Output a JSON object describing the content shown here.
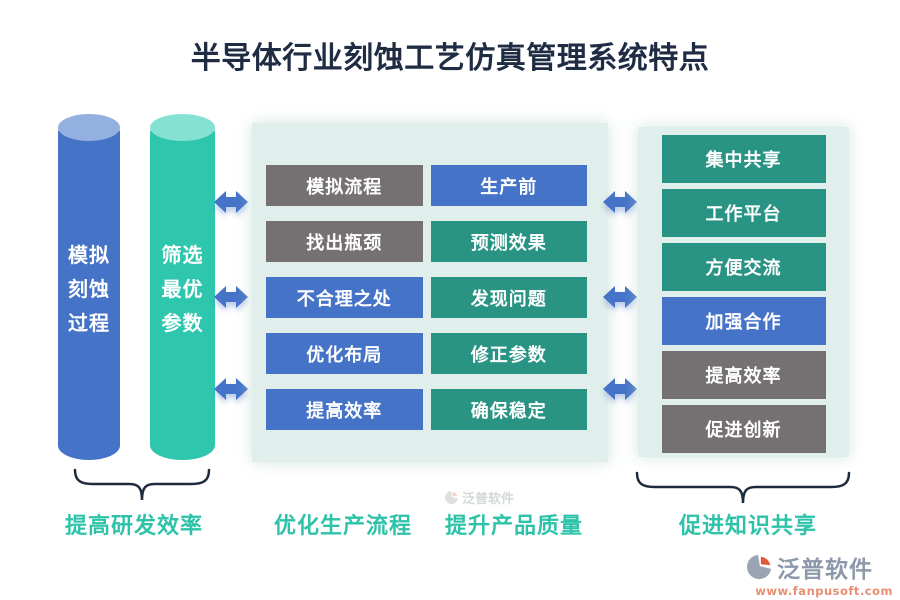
{
  "title": "半导体行业刻蚀工艺仿真管理系统特点",
  "colors": {
    "accent_blue": "#4573c8",
    "accent_teal_dark": "#2a9484",
    "accent_gray": "#757173",
    "cylinder_blue": "#4573c8",
    "cylinder_blue_top": "#93b0e0",
    "cylinder_teal": "#2ec7ae",
    "cylinder_teal_top": "#85e2d2",
    "panel_background": "#e0efeb",
    "bottom_label_teal": "#2ec3a9",
    "title_navy": "#1f2c44",
    "brace_navy": "#1e2b3c",
    "logo_gray": "#8d98aa",
    "logo_url_salmon": "#e78f70"
  },
  "cylinders": [
    {
      "label": "模拟\n刻蚀\n过程",
      "color": "#4573c8"
    },
    {
      "label": "筛选\n最优\n参数",
      "color": "#2ec7ae"
    }
  ],
  "middle_panel": {
    "left_column": [
      {
        "label": "模拟流程",
        "style": "gray"
      },
      {
        "label": "找出瓶颈",
        "style": "gray"
      },
      {
        "label": "不合理之处",
        "style": "blue"
      },
      {
        "label": "优化布局",
        "style": "blue"
      },
      {
        "label": "提高效率",
        "style": "blue"
      }
    ],
    "right_column": [
      {
        "label": "生产前",
        "style": "blue"
      },
      {
        "label": "预测效果",
        "style": "teal"
      },
      {
        "label": "发现问题",
        "style": "teal"
      },
      {
        "label": "修正参数",
        "style": "teal"
      },
      {
        "label": "确保稳定",
        "style": "teal"
      }
    ]
  },
  "right_panel": {
    "items": [
      {
        "label": "集中共享",
        "style": "teal"
      },
      {
        "label": "工作平台",
        "style": "teal"
      },
      {
        "label": "方便交流",
        "style": "teal"
      },
      {
        "label": "加强合作",
        "style": "blue"
      },
      {
        "label": "提高效率",
        "style": "gray"
      },
      {
        "label": "促进创新",
        "style": "gray"
      }
    ]
  },
  "bottom_labels": [
    {
      "label": "提高研发效率"
    },
    {
      "label": "优化生产流程"
    },
    {
      "label": "提升产品质量"
    },
    {
      "label": "促进知识共享"
    }
  ],
  "watermark": {
    "text": "泛普软件"
  },
  "logo": {
    "name": "泛普软件",
    "url": "www.fanpusoft.com"
  }
}
